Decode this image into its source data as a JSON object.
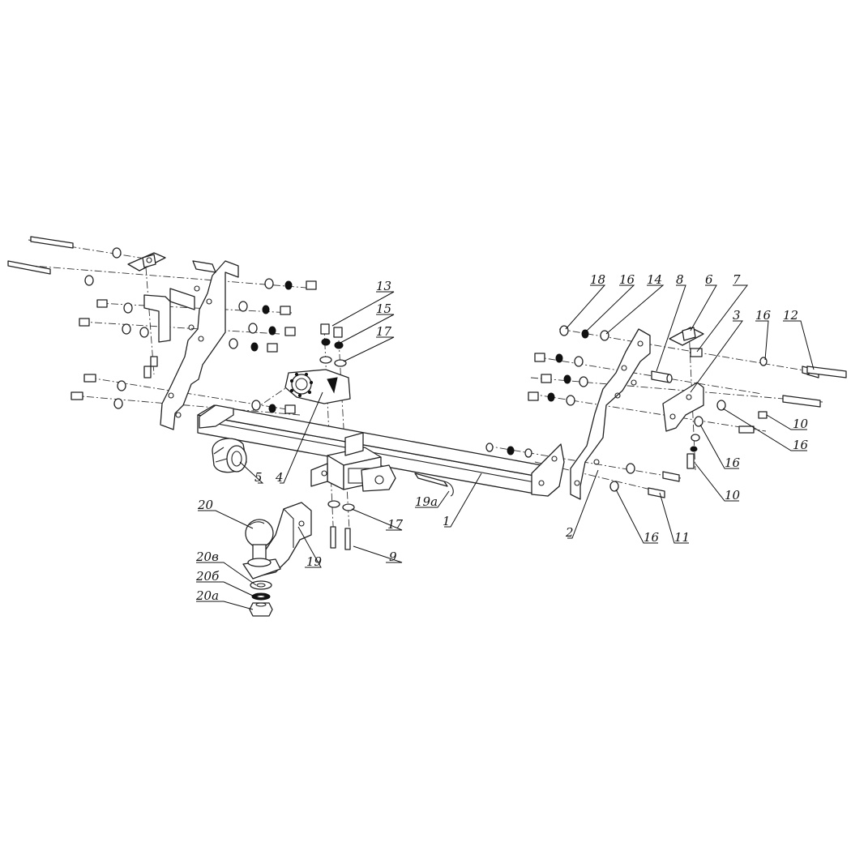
{
  "callouts": [
    {
      "id": "1",
      "label": "1"
    },
    {
      "id": "2",
      "label": "2"
    },
    {
      "id": "3",
      "label": "3"
    },
    {
      "id": "4",
      "label": "4"
    },
    {
      "id": "5",
      "label": "5"
    },
    {
      "id": "6",
      "label": "6"
    },
    {
      "id": "7",
      "label": "7"
    },
    {
      "id": "8",
      "label": "8"
    },
    {
      "id": "9",
      "label": "9"
    },
    {
      "id": "10a",
      "label": "10"
    },
    {
      "id": "10b",
      "label": "10"
    },
    {
      "id": "11",
      "label": "11"
    },
    {
      "id": "12",
      "label": "12"
    },
    {
      "id": "13",
      "label": "13"
    },
    {
      "id": "14",
      "label": "14"
    },
    {
      "id": "15",
      "label": "15"
    },
    {
      "id": "16a",
      "label": "16"
    },
    {
      "id": "16b",
      "label": "16"
    },
    {
      "id": "16c",
      "label": "16"
    },
    {
      "id": "16d",
      "label": "16"
    },
    {
      "id": "16e",
      "label": "16"
    },
    {
      "id": "17a",
      "label": "17"
    },
    {
      "id": "17b",
      "label": "17"
    },
    {
      "id": "18",
      "label": "18"
    },
    {
      "id": "19",
      "label": "19"
    },
    {
      "id": "19a",
      "label": "19а"
    },
    {
      "id": "20",
      "label": "20"
    },
    {
      "id": "20v",
      "label": "20в"
    },
    {
      "id": "20b",
      "label": "20б"
    },
    {
      "id": "20a",
      "label": "20а"
    }
  ]
}
